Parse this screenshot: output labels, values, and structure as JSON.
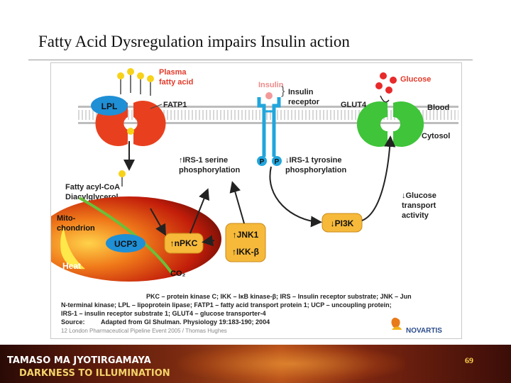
{
  "slide": {
    "title": "Fatty Acid Dysregulation impairs Insulin action",
    "page_number": "69",
    "motto_line1": "TAMASO MA JYOTIRGAMAYA",
    "motto_line2": "DARKNESS TO ILLUMINATION"
  },
  "diagram": {
    "plasma_fa_1": "Plasma",
    "plasma_fa_2": "fatty acid",
    "lpl": "LPL",
    "fatp1": "FATP1",
    "insulin": "Insulin",
    "insulin_receptor_1": "Insulin",
    "insulin_receptor_2": "receptor",
    "glut4": "GLUT4",
    "glucose": "Glucose",
    "blood": "Blood",
    "cytosol": "Cytosol",
    "p_left": "P",
    "p_right": "P",
    "irs_serine_1": "↑IRS-1 serine",
    "irs_serine_2": "phosphorylation",
    "irs_tyrosine_1": "↓IRS-1 tyrosine",
    "irs_tyrosine_2": "phosphorylation",
    "acyl_coa_1": "Fatty acyl-CoA",
    "acyl_coa_2": "Diacylglycerol",
    "mito_1": "Mito-",
    "mito_2": "chondrion",
    "ucp3": "UCP3",
    "heat": "Heat",
    "co2": "CO₂",
    "npkc": "↑nPKC",
    "jnk1": "↑JNK1",
    "ikk": "↑IKK-β",
    "pi3k": "↓PI3K",
    "glucose_transport_1": "↓Glucose",
    "glucose_transport_2": "transport",
    "glucose_transport_3": "activity"
  },
  "legend": {
    "line1": "PKC – protein kinase C; IKK – IκB kinase-β; IRS – Insulin receptor substrate; JNK – Jun",
    "line2": "N-terminal kinase; LPL – lipoprotein lipase; FATP1 – fatty acid transport protein 1; UCP – uncoupling protein;",
    "line3": "IRS-1 – insulin receptor substrate 1; GLUT4 – glucose transporter-4",
    "source_label": "Source:",
    "source_text": "Adapted from GI Shulman. Physiology 19:183-190; 2004",
    "event": "12 London Pharmaceutical Pipeline Event 2005 / Thomas Hughes",
    "company": "NOVARTIS"
  },
  "colors": {
    "orange_box": "#f6b93a",
    "membrane": "#c9c9c9",
    "lpl_blue": "#1f8fd6",
    "fatp1_red": "#e8401f",
    "glut4_green": "#3fc43a",
    "receptor_blue": "#21a6dd",
    "label_red": "#e23a2a"
  }
}
